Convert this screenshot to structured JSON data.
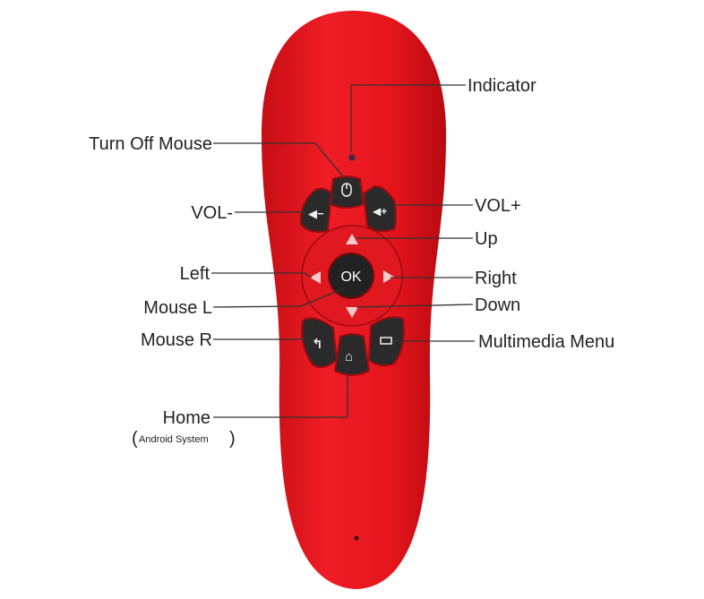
{
  "title": "Air mouse remote control button diagram",
  "colors": {
    "body": "#e5151d",
    "button": "#2a2a2a",
    "line": "#333333"
  },
  "buttons": {
    "ok_label": "OK"
  },
  "labels": {
    "indicator": "Indicator",
    "turn_off_mouse": "Turn Off Mouse",
    "vol_minus": "VOL-",
    "vol_plus": "VOL+",
    "up": "Up",
    "left": "Left",
    "right": "Right",
    "mouse_l": "Mouse L",
    "down": "Down",
    "mouse_r": "Mouse R",
    "multimedia_menu": "Multimedia Menu",
    "home": "Home",
    "home_note": "Android System"
  }
}
